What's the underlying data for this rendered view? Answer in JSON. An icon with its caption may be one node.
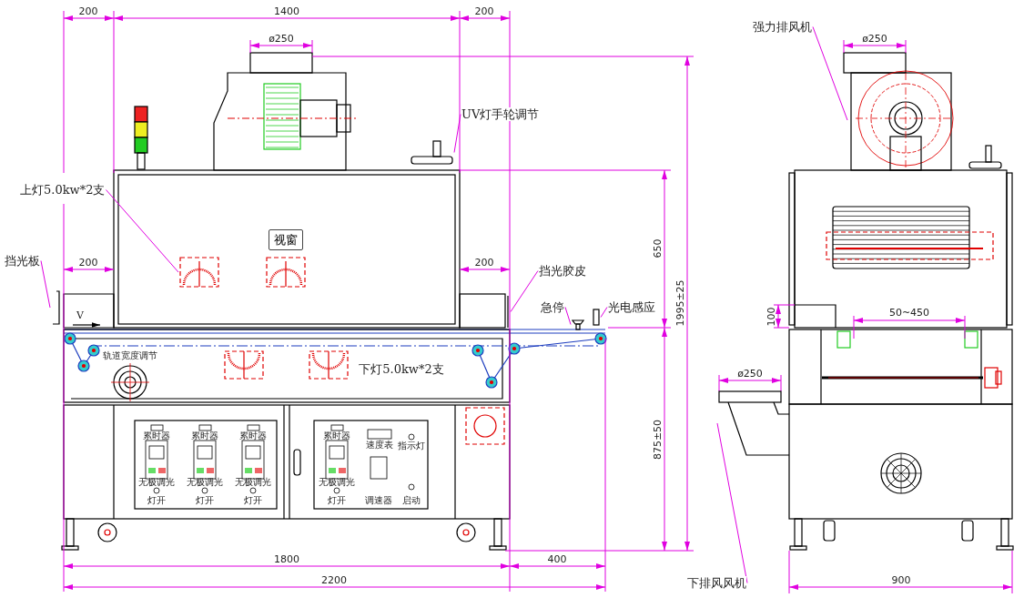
{
  "diagram": {
    "nodes": [
      {
        "text": [
          "强力排风机"
        ]
      },
      {
        "text": [
          "UV灯手轮调节"
        ]
      },
      {
        "text": [
          "上灯5.0kw*2支"
        ]
      },
      {
        "text": [
          "视窗"
        ]
      },
      {
        "text": [
          "挡光板"
        ]
      },
      {
        "text": [
          "挡光胶皮"
        ]
      },
      {
        "text": [
          "急停"
        ]
      },
      {
        "text": [
          "光电感应"
        ]
      },
      {
        "text": [
          "下排风风机"
        ]
      },
      {
        "text": [],
        "shape": "picture"
      },
      {
        "text": [],
        "shape": "picture"
      },
      {
        "text": [],
        "shape": "picture"
      },
      {
        "text": [],
        "shape": "picture"
      },
      {
        "text": [],
        "shape": "picture"
      },
      {
        "text": [],
        "shape": "picture"
      },
      {
        "text": [],
        "shape": "box"
      },
      {
        "text": [],
        "shape": "picture"
      }
    ],
    "edges": [
      {
        "from": 0,
        "to": 9,
        "arrow": "none"
      },
      {
        "from": 1,
        "to": 10,
        "arrow": "none"
      },
      {
        "from": 2,
        "to": 11,
        "arrow": "none"
      },
      {
        "from": 4,
        "to": 12,
        "arrow": "none"
      },
      {
        "from": 5,
        "to": 13,
        "arrow": "none"
      },
      {
        "from": 6,
        "to": 14,
        "arrow": "none"
      },
      {
        "from": 7,
        "to": 15,
        "arrow": "none"
      },
      {
        "from": 8,
        "to": 16,
        "arrow": "none"
      }
    ],
    "labels": [
      "200",
      "1400",
      "200",
      "ø250",
      "V",
      "200",
      "200",
      "650",
      "1995±25",
      "轨道宽度调节",
      "下灯5.0kw*2支",
      "875±50",
      "累时器",
      "累时器",
      "累时器",
      "无极调光",
      "无极调光",
      "无极调光",
      "灯开",
      "灯开",
      "灯开",
      "累时器",
      "速度表",
      "指示灯",
      "无极调光",
      "灯开",
      "调速器",
      "启动",
      "ø250",
      "100",
      "50~450",
      "ø250",
      "1800",
      "400",
      "2200",
      "900"
    ]
  }
}
